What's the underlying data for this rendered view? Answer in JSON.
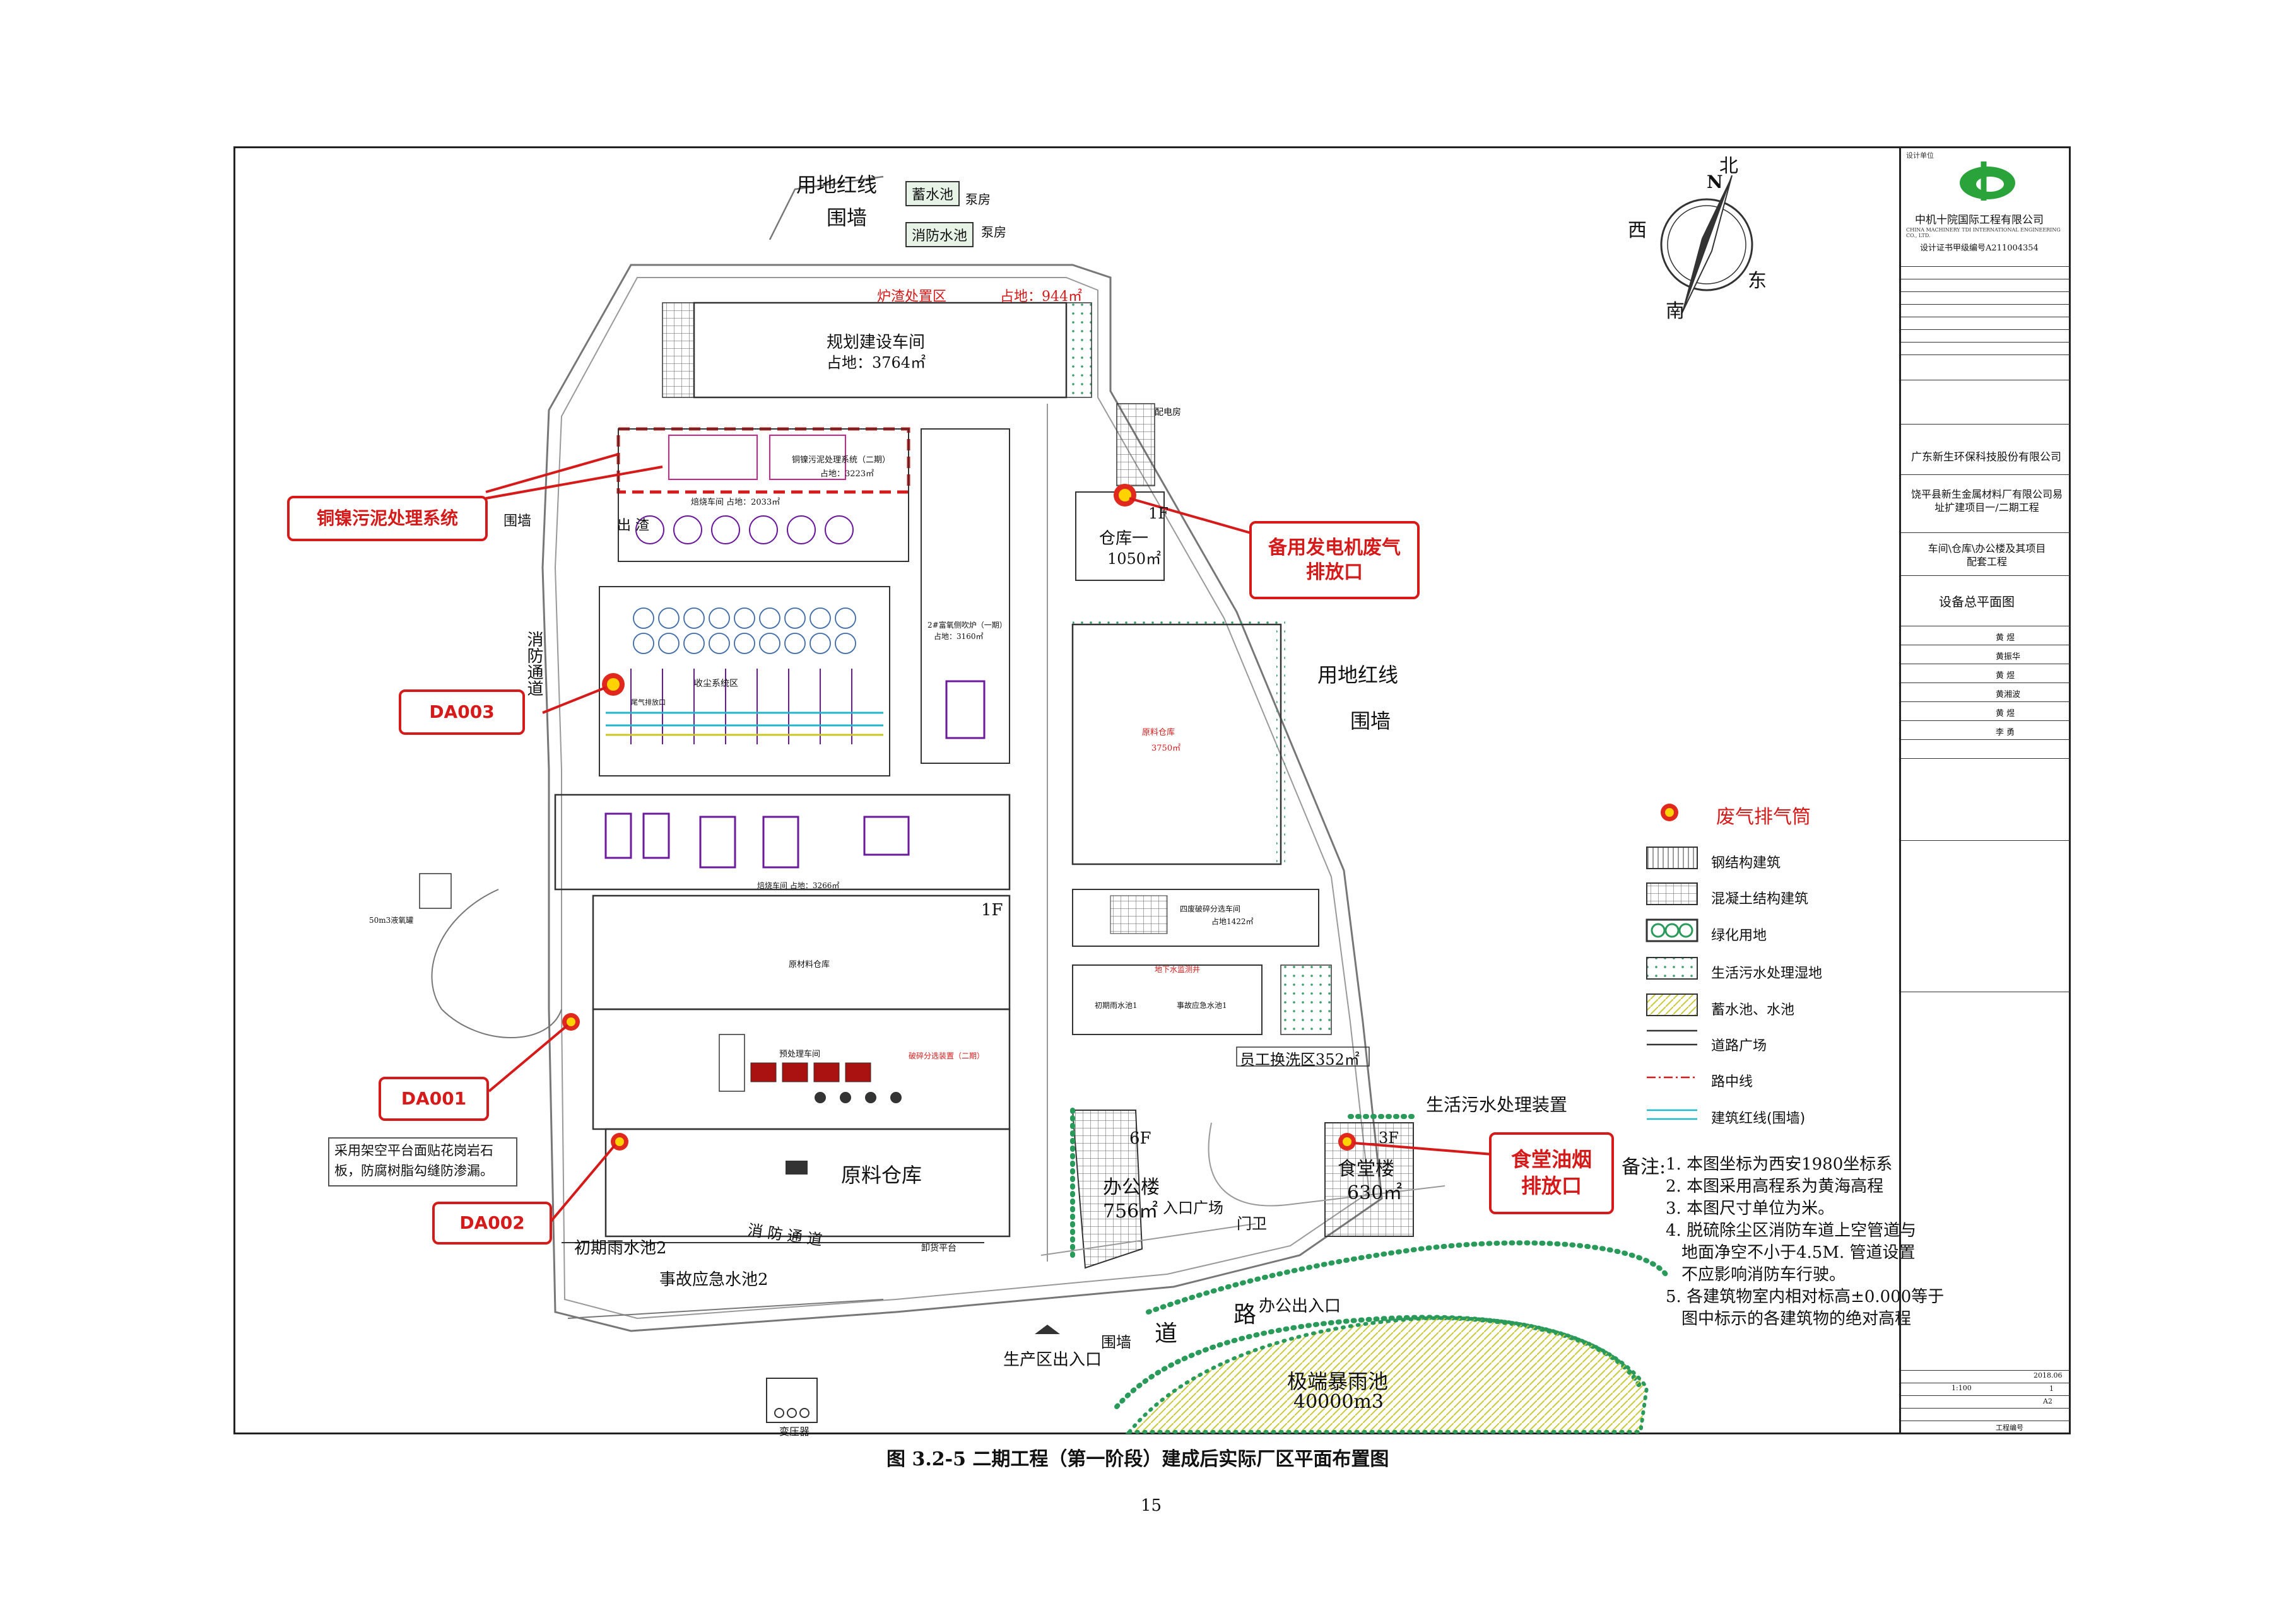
{
  "caption": "图 3.2-5   二期工程（第一阶段）建成后实际厂区平面布置图",
  "page_number": "15",
  "compass": {
    "north": "北",
    "south": "南",
    "east": "东",
    "west": "西",
    "n_letter": "N"
  },
  "top_labels": {
    "land_line": "用地红线",
    "wall": "围墙",
    "storage_pool": "蓄水池",
    "fire_pool": "消防水池",
    "pump1": "泵房",
    "pump2": "泵房"
  },
  "buildings": {
    "slag_area": "炉渣处置区",
    "slag_area_size": "占地：944㎡",
    "planned_workshop": "规划建设车间",
    "planned_workshop_size": "占地：3764㎡",
    "warehouse1": "仓库一",
    "warehouse1_size": "1050㎡",
    "warehouse1_floor": "1F",
    "distribution": "配电房",
    "raw_warehouse_right": "原料仓库",
    "raw_warehouse_right_size": "3750㎡",
    "raw_material_warehouse": "原料仓库",
    "raw_material_warehouse_floor": "1F",
    "office": "办公楼",
    "office_size": "756㎡",
    "office_floor": "6F",
    "canteen": "食堂楼",
    "canteen_size": "630㎡",
    "canteen_floor": "3F",
    "staff_wash": "员工换洗区352㎡",
    "sewage_device": "生活污水处理装置",
    "storm_pool": "极端暴雨池",
    "storm_pool_size": "40000m3",
    "rain_pool2": "初期雨水池2",
    "accident_pool2": "事故应急水池2",
    "rain_pool1": "初期雨水池1",
    "accident_pool1": "事故应急水池1",
    "underground": "地下水监测井",
    "entrance_plaza": "入口广场",
    "guard": "门卫",
    "production_exit": "生产区出入口",
    "office_exit": "办公出入口",
    "road": "道",
    "road2": "路",
    "wall_bottom": "围墙",
    "transformer": "变压器",
    "fire_road_left": "消防通道",
    "fire_road_bottom": "消 防 通 道",
    "wall_left": "围墙",
    "land_line_right": "用地红线",
    "wall_right": "围墙",
    "tank_50": "50m3液氧罐",
    "unload": "卸货平台",
    "out_label": "出 渣",
    "burn_shop": "焙烧车间 占地：2033㎡",
    "burn_shop2": "焙烧车间 占地：3266㎡",
    "recover": "收尘系统区",
    "outlet": "尾气排放口",
    "cu_system": "铜镍污泥处理系统（二期）",
    "cu_system_size": "占地：3223㎡",
    "furnace": "2#富氧侧吹炉（一期）",
    "furnace_size": "占地：3160㎡",
    "crush_shop": "四废破碎分选车间",
    "crush_size": "占地1422㎡",
    "raw_store_mid": "原材料仓库",
    "pretreat": "预处理车间",
    "crush_line": "破碎分选装置（二期）"
  },
  "callouts": {
    "cu_ni": "铜镍污泥处理系统",
    "generator": "备用发电机废气排放口",
    "da003": "DA003",
    "da001": "DA001",
    "da002": "DA002",
    "canteen_smoke": "食堂油烟排放口",
    "paving_note": "采用架空平台面贴花岗岩石板，防腐树脂勾缝防渗漏。"
  },
  "legend": [
    {
      "label": "废气排气筒",
      "kind": "stack"
    },
    {
      "label": "钢结构建筑",
      "kind": "steel"
    },
    {
      "label": "混凝土结构建筑",
      "kind": "concrete"
    },
    {
      "label": "绿化用地",
      "kind": "green"
    },
    {
      "label": "生活污水处理湿地",
      "kind": "wetland"
    },
    {
      "label": "蓄水池、水池",
      "kind": "pool"
    },
    {
      "label": "道路广场",
      "kind": "road"
    },
    {
      "label": "路中线",
      "kind": "centerline"
    },
    {
      "label": "建筑红线(围墙)",
      "kind": "redline"
    }
  ],
  "notes": {
    "title": "备注:",
    "n1": "1. 本图坐标为西安1980坐标系",
    "n2": "2. 本图采用高程系为黄海高程",
    "n3": "3. 本图尺寸单位为米。",
    "n4a": "4. 脱硫除尘区消防车道上空管道与",
    "n4b": "地面净空不小于4.5M. 管道设置",
    "n4c": "不应影响消防车行驶。",
    "n5a": "5. 各建筑物室内相对标高±0.000等于",
    "n5b": "图中标示的各建筑物的绝对高程"
  },
  "title_block": {
    "design_unit": "设计单位",
    "company": "中机十院国际工程有限公司",
    "company_en": "CHINA MACHINERY TDI INTERNATIONAL ENGINEERING CO., LTD.",
    "cert": "设计证书甲级编号A211004354",
    "client": "广东新生环保科技股份有限公司",
    "project": "饶平县新生金属材料厂有限公司易址扩建项目一/二期工程",
    "subproject": "车间\\仓库\\办公楼及其项目配套工程",
    "drawing": "设备总平面图",
    "sign_names": [
      "黄 煜",
      "黄振华",
      "黄 煜",
      "黄湘波",
      "黄 煜",
      "李 勇"
    ],
    "scale": "1:100",
    "date": "2018.06",
    "sheet": "A2",
    "sheet_no": "1",
    "drawing_no": "工程编号"
  }
}
